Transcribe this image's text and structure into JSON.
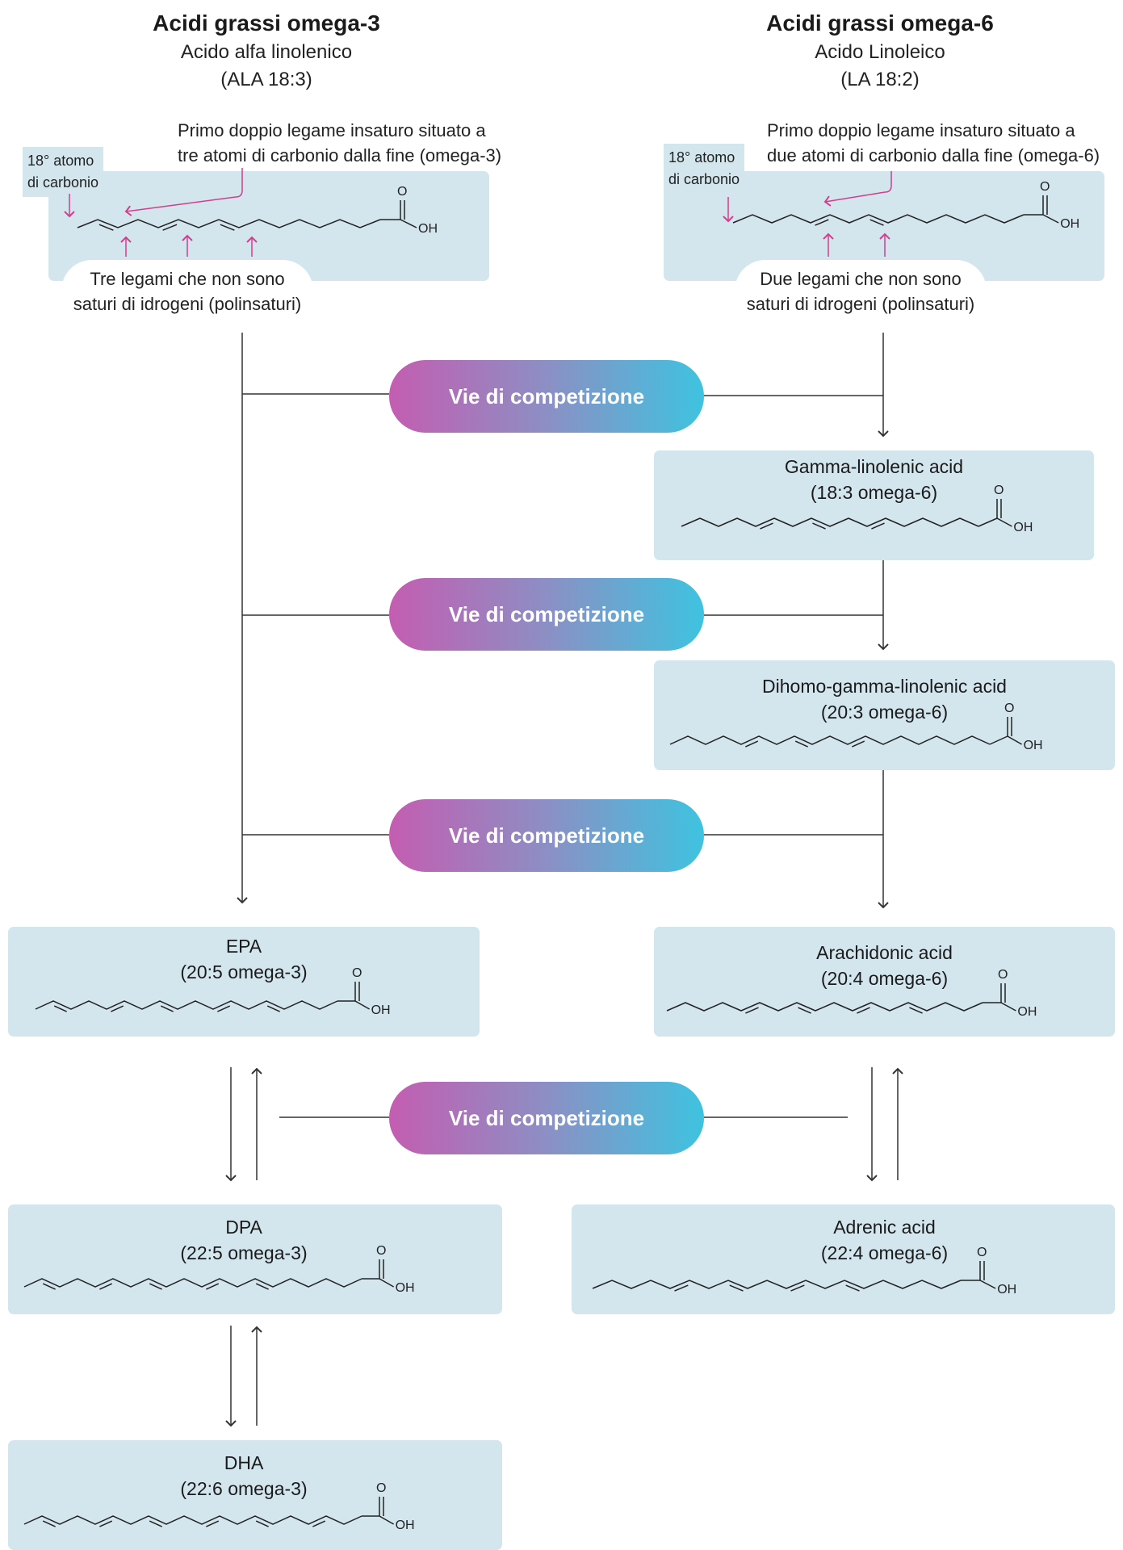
{
  "omega3": {
    "heading": "Acidi grassi omega-3",
    "name": "Acido alfa linolenico",
    "formula": "(ALA 18:3)",
    "note_first_line": "Primo doppio legame insaturo situato a",
    "note_second_line": "tre atomi di carbonio dalla fine (omega-3)",
    "atom_label_1": "18° atomo",
    "atom_label_2": "di carbonio",
    "bubble_line1": "Tre legami che non sono",
    "bubble_line2": "saturi di idrogeni (polinsaturi)"
  },
  "omega6": {
    "heading": "Acidi grassi omega-6",
    "name": "Acido Linoleico",
    "formula": "(LA 18:2)",
    "note_first_line": "Primo doppio legame insaturo situato a",
    "note_second_line": "due atomi di carbonio dalla fine (omega-6)",
    "atom_label_1": "18° atomo",
    "atom_label_2": "di carbonio",
    "bubble_line1": "Due legami che non sono",
    "bubble_line2": "saturi di idrogeni (polinsaturi)"
  },
  "competition_label": "Vie di competizione",
  "boxes": {
    "gla": {
      "name": "Gamma-linolenic acid",
      "formula": "(18:3 omega-6)"
    },
    "dgla": {
      "name": "Dihomo-gamma-linolenic acid",
      "formula": "(20:3 omega-6)"
    },
    "epa": {
      "name": "EPA",
      "formula": "(20:5 omega-3)"
    },
    "aa": {
      "name": "Arachidonic acid",
      "formula": "(20:4 omega-6)"
    },
    "dpa": {
      "name": "DPA",
      "formula": "(22:5 omega-3)"
    },
    "adrenic": {
      "name": "Adrenic acid",
      "formula": "(22:4 omega-6)"
    },
    "dha": {
      "name": "DHA",
      "formula": "(22:6 omega-3)"
    }
  },
  "chem": {
    "oxygen": "O",
    "hydroxyl": "OH"
  },
  "colors": {
    "box_bg": "#d3e6ee",
    "annotation": "#d63c8e",
    "pill_start": "#c45db1",
    "pill_end": "#3ec3e0",
    "line": "#333333"
  }
}
